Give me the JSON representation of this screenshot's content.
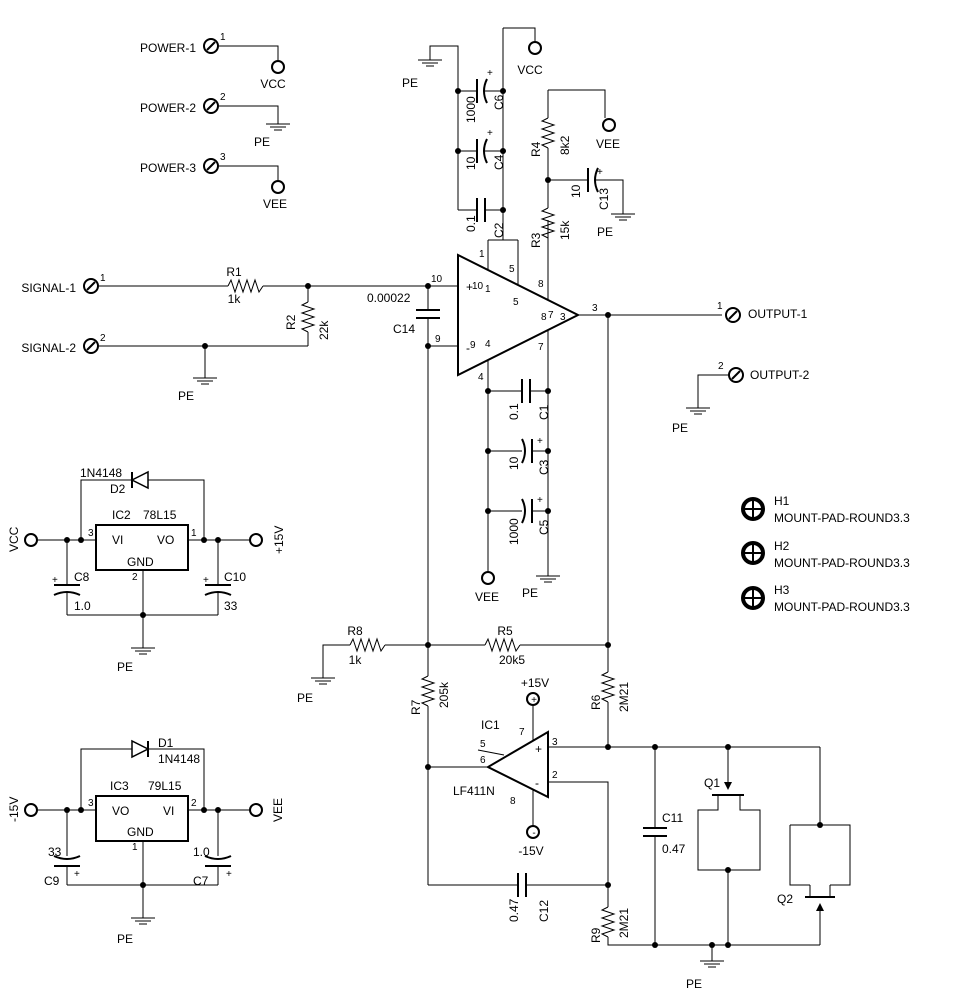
{
  "connectors": {
    "power1": "POWER-1",
    "power1_pin": "1",
    "power2": "POWER-2",
    "power2_pin": "2",
    "power3": "POWER-3",
    "power3_pin": "3",
    "signal1": "SIGNAL-1",
    "signal1_pin": "1",
    "signal2": "SIGNAL-2",
    "signal2_pin": "2",
    "output1": "OUTPUT-1",
    "output1_pin": "1",
    "output2": "OUTPUT-2",
    "output2_pin": "2"
  },
  "nets": {
    "vcc": "VCC",
    "vee": "VEE",
    "pe": "PE",
    "p15": "+15V",
    "m15": "-15V"
  },
  "resistors": {
    "r1": "R1",
    "r1_val": "1k",
    "r2": "R2",
    "r2_val": "22k",
    "r3": "R3",
    "r3_val": "15k",
    "r4": "R4",
    "r4_val": "8k2",
    "r5": "R5",
    "r5_val": "20k5",
    "r6": "R6",
    "r6_val": "2M21",
    "r7": "R7",
    "r7_val": "205k",
    "r8": "R8",
    "r8_val": "1k",
    "r9": "R9",
    "r9_val": "2M21"
  },
  "capacitors": {
    "c1": "C1",
    "c1_val": "0.1",
    "c2": "C2",
    "c2_val": "0.1",
    "c3": "C3",
    "c3_val": "10",
    "c4": "C4",
    "c4_val": "10",
    "c5": "C5",
    "c5_val": "1000",
    "c6": "C6",
    "c6_val": "1000",
    "c7": "C7",
    "c7_val": "1.0",
    "c8": "C8",
    "c8_val": "1.0",
    "c9": "C9",
    "c9_val": "33",
    "c10": "C10",
    "c10_val": "33",
    "c11": "C11",
    "c11_val": "0.47",
    "c12": "C12",
    "c12_val": "0.47",
    "c13": "C13",
    "c13_val": "10",
    "c14": "C14",
    "c14_val": "0.00022"
  },
  "ics": {
    "ic1": "IC1",
    "ic1_part": "LF411N",
    "ic2": "IC2",
    "ic2_part": "78L15",
    "ic3": "IC3",
    "ic3_part": "79L15",
    "vi": "VI",
    "vo": "VO",
    "gnd": "GND"
  },
  "diodes": {
    "d1": "D1",
    "d1_part": "1N4148",
    "d2": "D2",
    "d2_part": "1N4148"
  },
  "transistors": {
    "q1": "Q1",
    "q2": "Q2"
  },
  "mounts": {
    "h1": "H1",
    "h2": "H2",
    "h3": "H3",
    "part": "MOUNT-PAD-ROUND3.3"
  },
  "pins": {
    "u_10": "10",
    "u_9": "9",
    "u_1": "1",
    "u_5": "5",
    "u_8": "8",
    "u_3": "3",
    "u_7": "7",
    "u_4": "4",
    "u_in10": "10",
    "u_in1": "1",
    "u_in9": "9",
    "u_in4": "4",
    "u_in5": "5",
    "u_in8": "8",
    "u_in7": "7",
    "u_in3": "3",
    "ic1_7": "7",
    "ic1_5": "5",
    "ic1_6": "6",
    "ic1_8": "8",
    "ic1_3": "3",
    "ic1_2": "2",
    "ic2_3": "3",
    "ic2_1": "1",
    "ic2_2": "2",
    "ic3_3": "3",
    "ic3_2": "2",
    "ic3_1": "1",
    "plus": "+",
    "minus": "-"
  }
}
